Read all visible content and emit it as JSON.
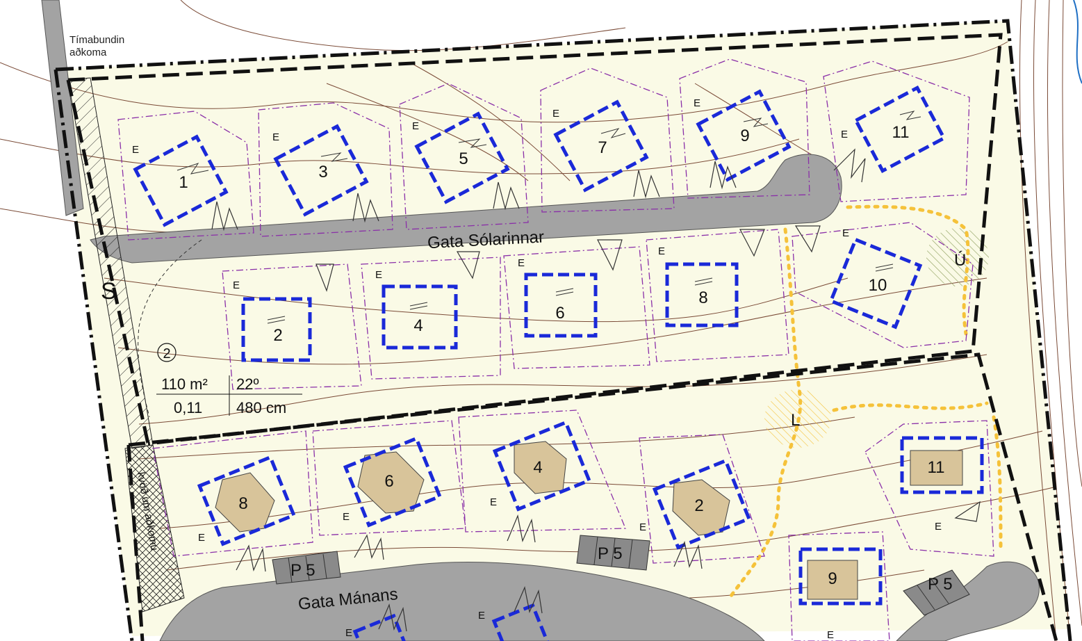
{
  "labels": {
    "temp_access_line1": "Tímabundin",
    "temp_access_line2": "aðkoma",
    "street_north": "Gata Sólarinnar",
    "street_south": "Gata Mánans",
    "zone_s": "S",
    "zone_u": "Ú",
    "zone_l": "L",
    "side_strip": "kvöð um aðkomu",
    "entrance_mark": "E",
    "parking": "P 5"
  },
  "legend": {
    "symbol": "②",
    "area": "110 m²",
    "angle": "22º",
    "ratio": "0,11",
    "height": "480 cm"
  },
  "lots": {
    "north_row": [
      "1",
      "3",
      "5",
      "7",
      "9",
      "11"
    ],
    "middle_row": [
      "2",
      "4",
      "6",
      "8",
      "10"
    ],
    "south_row": [
      "8",
      "6",
      "4",
      "2",
      "11",
      "9"
    ]
  },
  "colors": {
    "background": "#fafae6",
    "road": "#a3a3a3",
    "building_outline": "#1a29d8",
    "plot_line": "#8a2fa8",
    "contour": "#7a4a36",
    "path": "#f5c23a",
    "house": "#d8c49a"
  }
}
